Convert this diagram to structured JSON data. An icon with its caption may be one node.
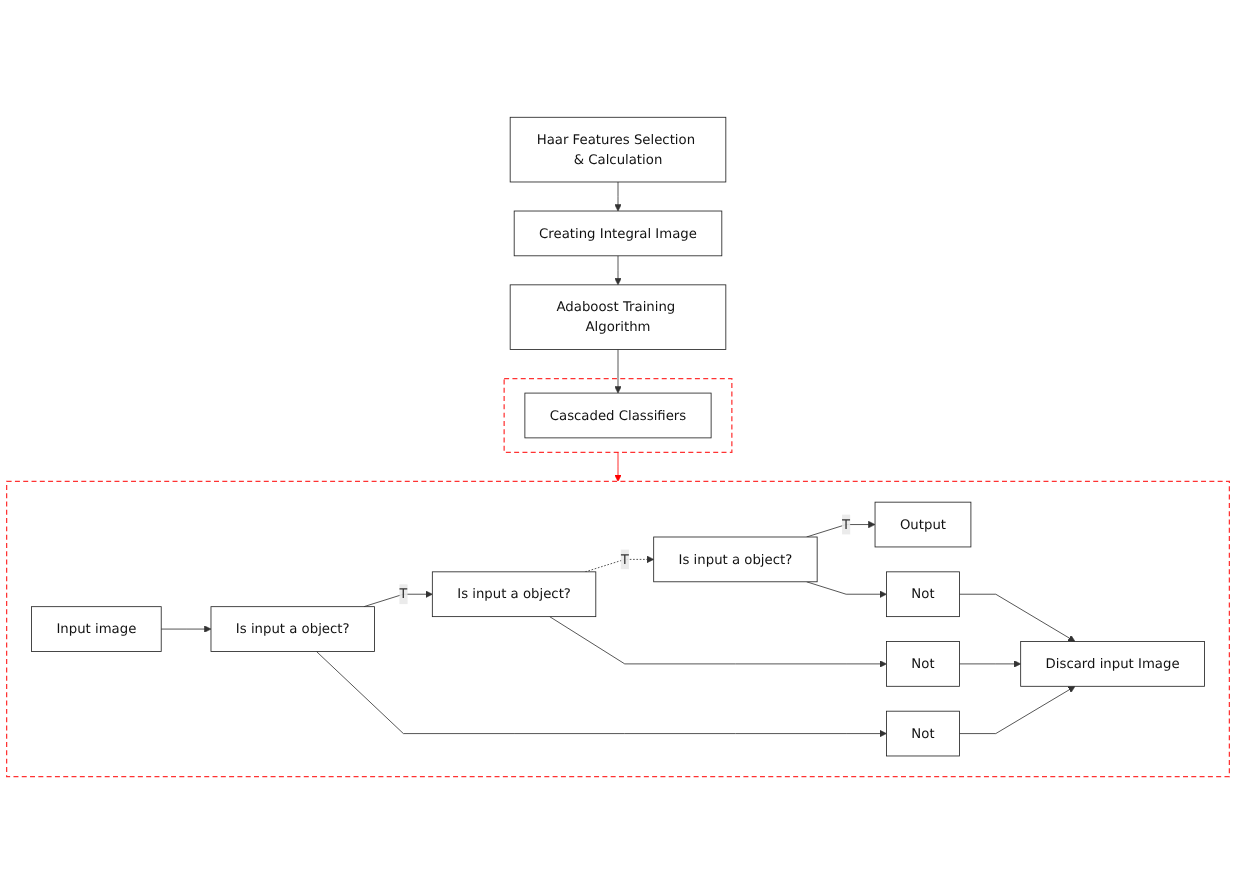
{
  "diagram": {
    "nodes": [
      {
        "text": [
          "Haar Features Selection & Calculation"
        ]
      },
      {
        "text": [
          "Creating Integral Image"
        ]
      },
      {
        "text": [
          "Adaboost Training Algorithm"
        ]
      },
      {
        "text": [],
        "shape": "box"
      },
      {
        "text": [
          "Cascaded Classifiers"
        ],
        "in": 3
      },
      {
        "text": [],
        "shape": "box"
      },
      {
        "text": [
          "Input image"
        ],
        "in": 5
      },
      {
        "text": [
          "Is input a object?"
        ],
        "in": 5
      },
      {
        "text": [
          "Is input a object?"
        ],
        "in": 5
      },
      {
        "text": [
          "Is input a object?"
        ],
        "in": 5
      },
      {
        "text": [
          "Output"
        ],
        "in": 5
      },
      {
        "text": [
          "Not"
        ],
        "in": 5
      },
      {
        "text": [
          "Not"
        ],
        "in": 5
      },
      {
        "text": [
          "Not"
        ],
        "in": 5
      },
      {
        "text": [
          "Discard input Image"
        ],
        "in": 5
      }
    ],
    "edges": [
      {
        "from": 0,
        "to": 1,
        "arrow": "to"
      },
      {
        "from": 1,
        "to": 2,
        "arrow": "to"
      },
      {
        "from": 2,
        "to": 4,
        "arrow": "to"
      },
      {
        "from": 3,
        "to": 5,
        "arrow": "to",
        "color": "#ff0000"
      },
      {
        "from": 6,
        "to": 7,
        "arrow": "to"
      },
      {
        "from": 7,
        "to": 8,
        "arrow": "to",
        "label": "T"
      },
      {
        "from": 8,
        "to": 9,
        "arrow": "to",
        "label": "T",
        "style": "dashed"
      },
      {
        "from": 9,
        "to": 10,
        "arrow": "to",
        "label": "T"
      },
      {
        "from": 7,
        "to": 11,
        "arrow": "to"
      },
      {
        "from": 8,
        "to": 12,
        "arrow": "to"
      },
      {
        "from": 9,
        "to": 13,
        "arrow": "to"
      },
      {
        "from": 11,
        "to": 14,
        "arrow": "to"
      },
      {
        "from": 12,
        "to": 14,
        "arrow": "to"
      },
      {
        "from": 13,
        "to": 14,
        "arrow": "to"
      }
    ]
  }
}
